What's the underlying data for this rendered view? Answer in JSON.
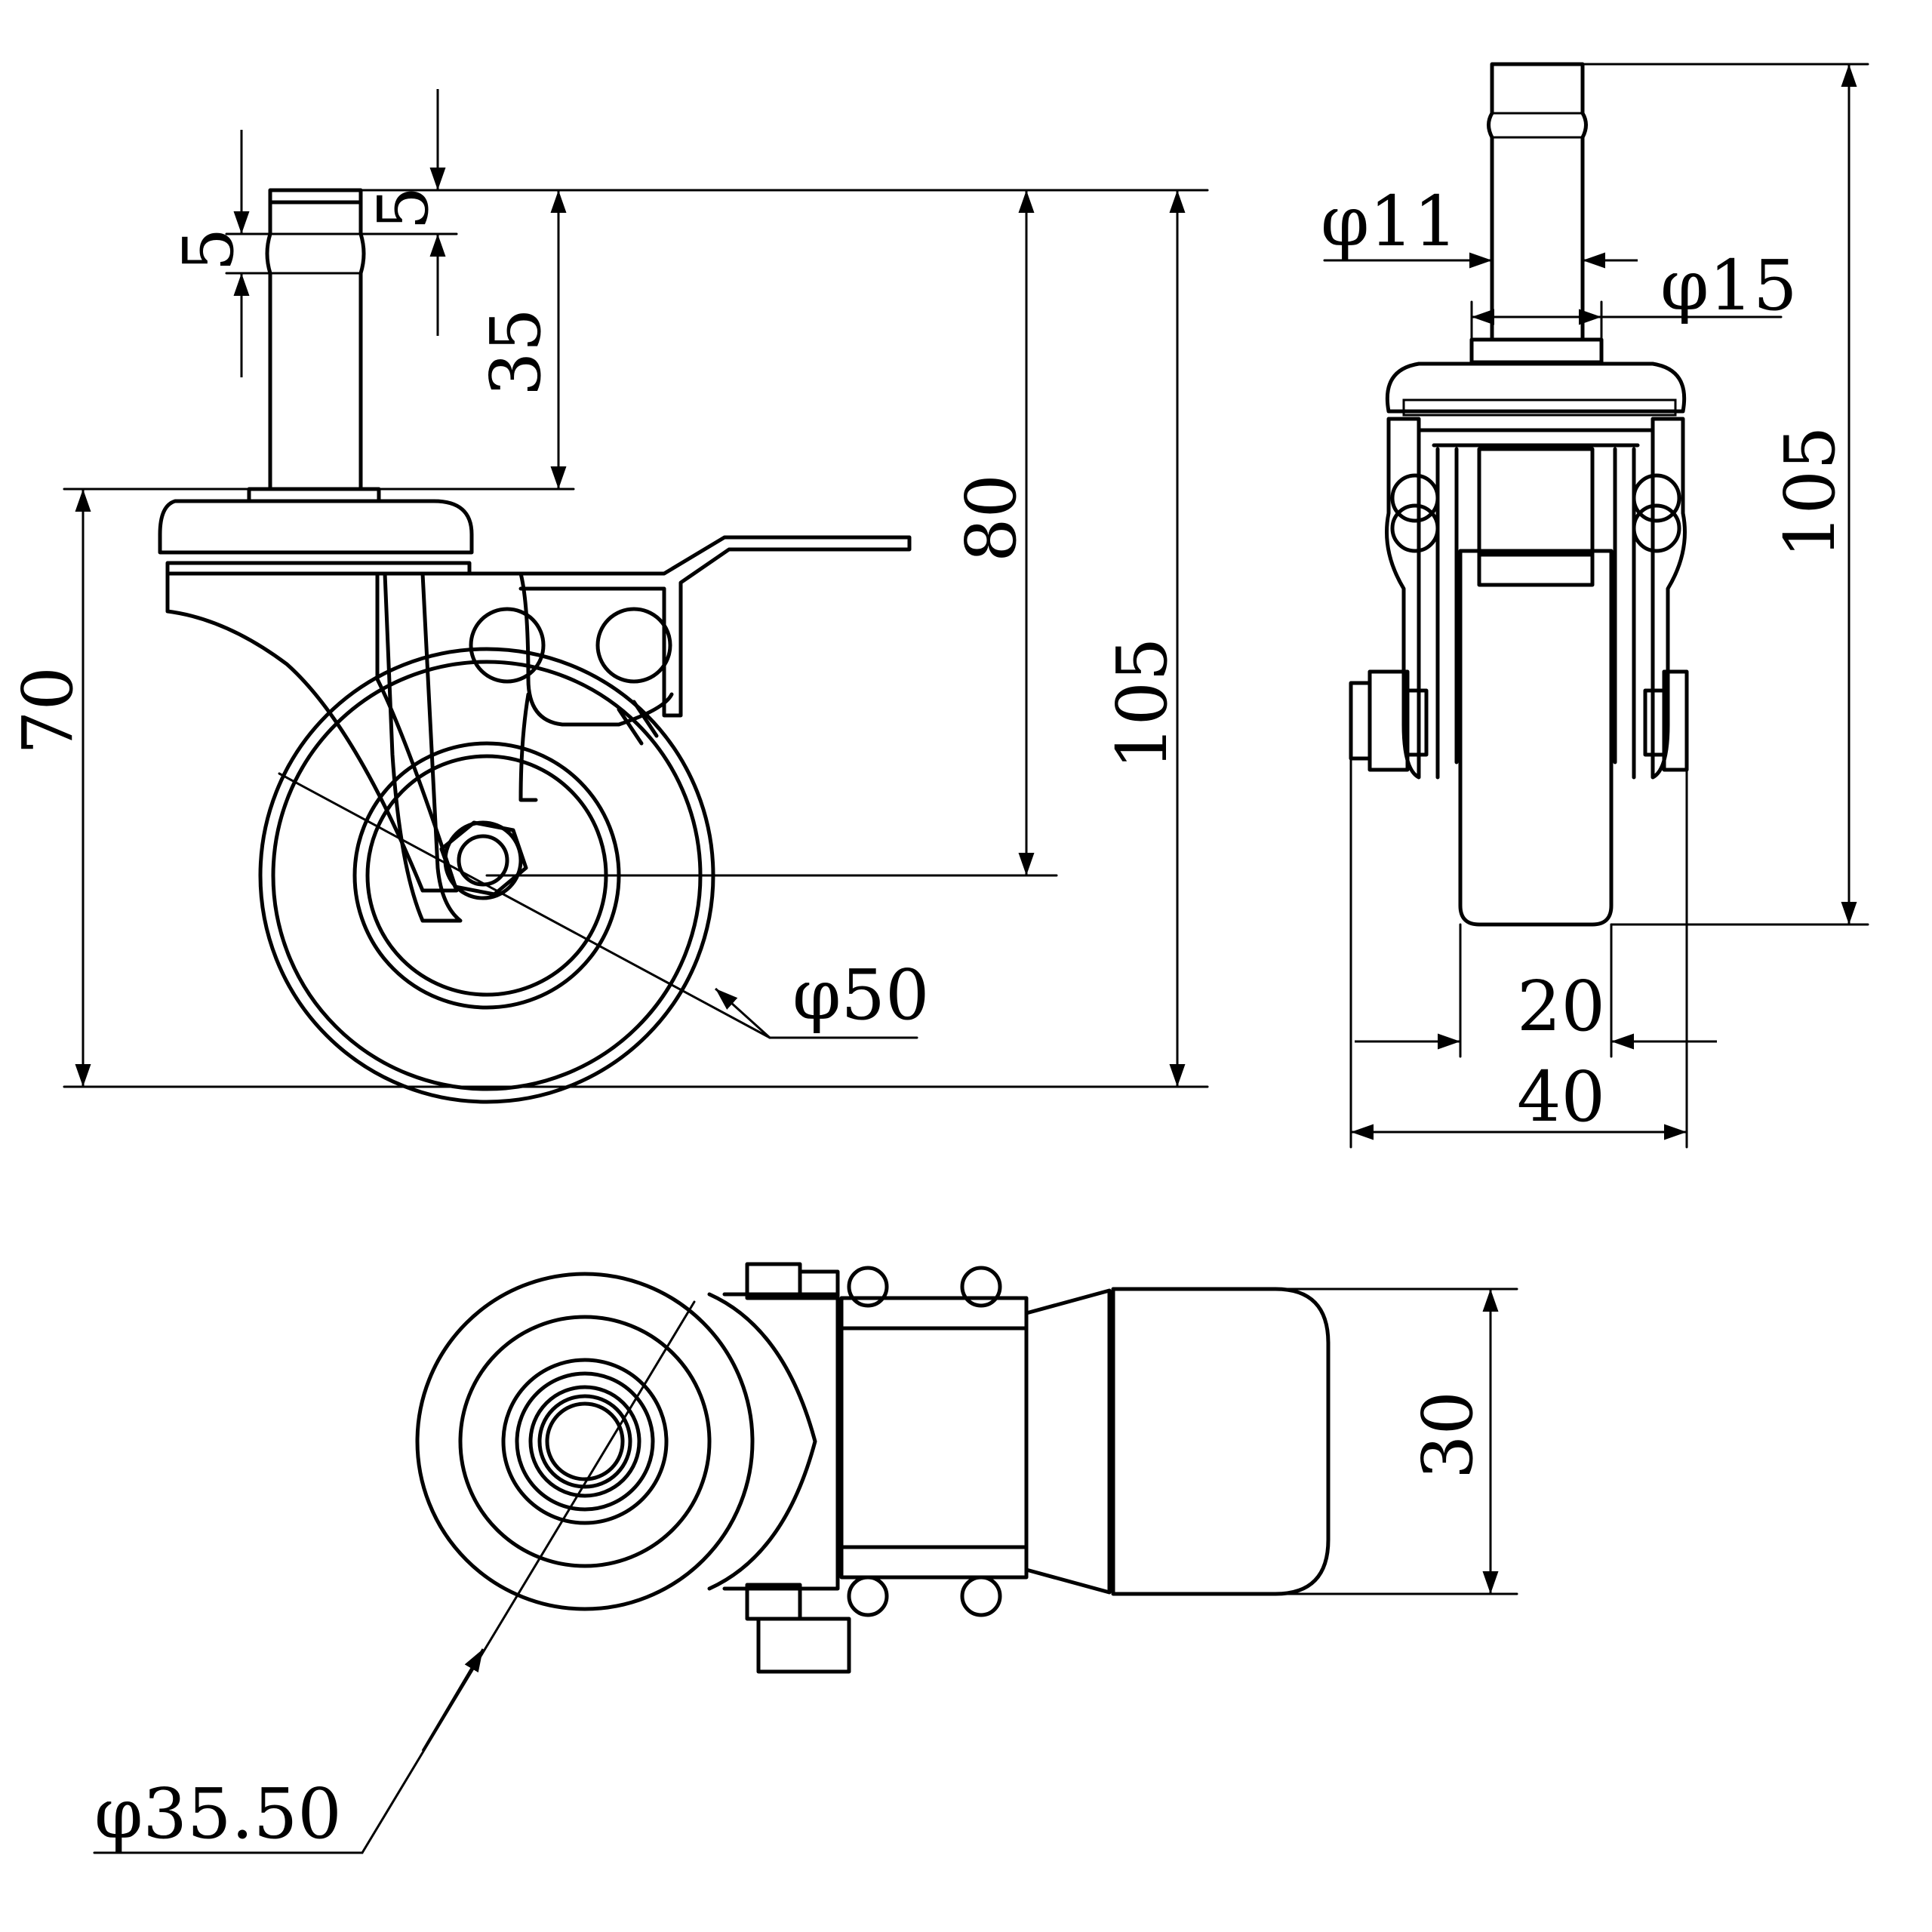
{
  "dimensions": {
    "pin_groove_top": "5",
    "pin_groove_bottom": "5",
    "pin_length": "35",
    "height_to_axle": "80",
    "overall_height": "105",
    "bracket_height": "70",
    "wheel_diameter": "φ50",
    "side_pin_diameter": "φ11",
    "side_collar_diameter": "φ15",
    "side_overall_height": "105",
    "wheel_width": "20",
    "overall_width": "40",
    "top_view_width": "30",
    "top_view_hub_diameter": "φ35.50"
  },
  "colors": {
    "line": "#000000",
    "background": "#ffffff"
  }
}
